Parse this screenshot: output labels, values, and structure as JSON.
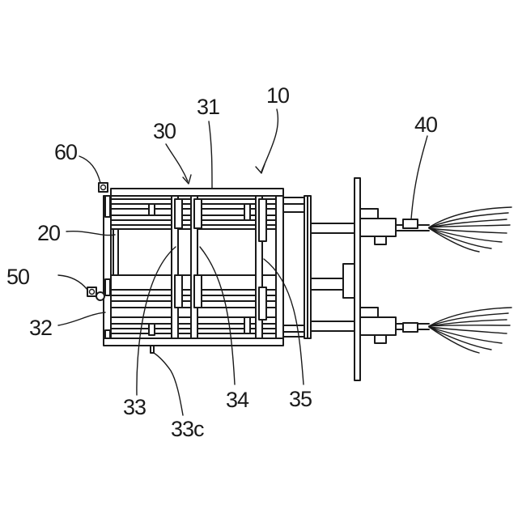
{
  "labels": {
    "ref_10": "10",
    "ref_20": "20",
    "ref_30": "30",
    "ref_31": "31",
    "ref_32": "32",
    "ref_33": "33",
    "ref_33c": "33c",
    "ref_34": "34",
    "ref_35": "35",
    "ref_40": "40",
    "ref_50": "50",
    "ref_60": "60"
  },
  "colors": {
    "ink": "#1a1a1a",
    "paper": "#ffffff"
  }
}
